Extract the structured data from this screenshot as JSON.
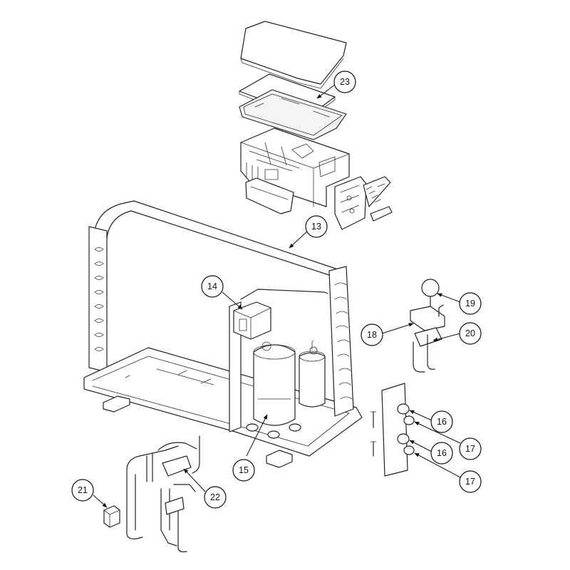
{
  "callouts": [
    {
      "id": "13",
      "label": "13"
    },
    {
      "id": "14",
      "label": "14"
    },
    {
      "id": "15",
      "label": "15"
    },
    {
      "id": "16a",
      "label": "16"
    },
    {
      "id": "16b",
      "label": "16"
    },
    {
      "id": "17a",
      "label": "17"
    },
    {
      "id": "17b",
      "label": "17"
    },
    {
      "id": "18",
      "label": "18"
    },
    {
      "id": "19",
      "label": "19"
    },
    {
      "id": "20",
      "label": "20"
    },
    {
      "id": "21",
      "label": "21"
    },
    {
      "id": "22",
      "label": "22"
    },
    {
      "id": "23",
      "label": "23"
    }
  ]
}
